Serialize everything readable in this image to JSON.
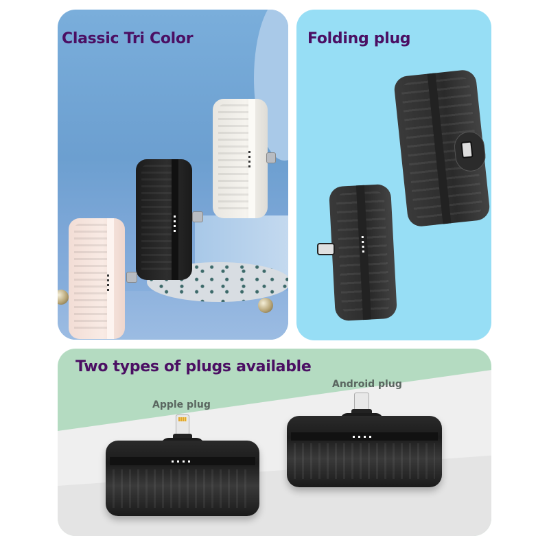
{
  "panels": {
    "classic": {
      "title": "Classic Tri Color",
      "background": "#6fa3d4",
      "products": [
        {
          "color_name": "pink",
          "color": "#f6e3dc",
          "plug": "usb-c"
        },
        {
          "color_name": "black",
          "color": "#232323",
          "plug": "usb-c"
        },
        {
          "color_name": "white",
          "color": "#f1efe9",
          "plug": "usb-c"
        }
      ]
    },
    "folding": {
      "title": "Folding plug",
      "background": "#97def5",
      "products": [
        {
          "color_name": "black",
          "plug": "lightning",
          "state": "folded"
        },
        {
          "color_name": "black",
          "plug": "usb-c",
          "state": "extended"
        }
      ]
    },
    "plugs": {
      "title": "Two types of plugs available",
      "background": "#b4dbc1",
      "items": [
        {
          "label": "Apple plug",
          "plug": "lightning"
        },
        {
          "label": "Android plug",
          "plug": "usb-c"
        }
      ]
    }
  },
  "colors": {
    "title_text": "#4b0f63",
    "label_text": "#5a6660"
  }
}
